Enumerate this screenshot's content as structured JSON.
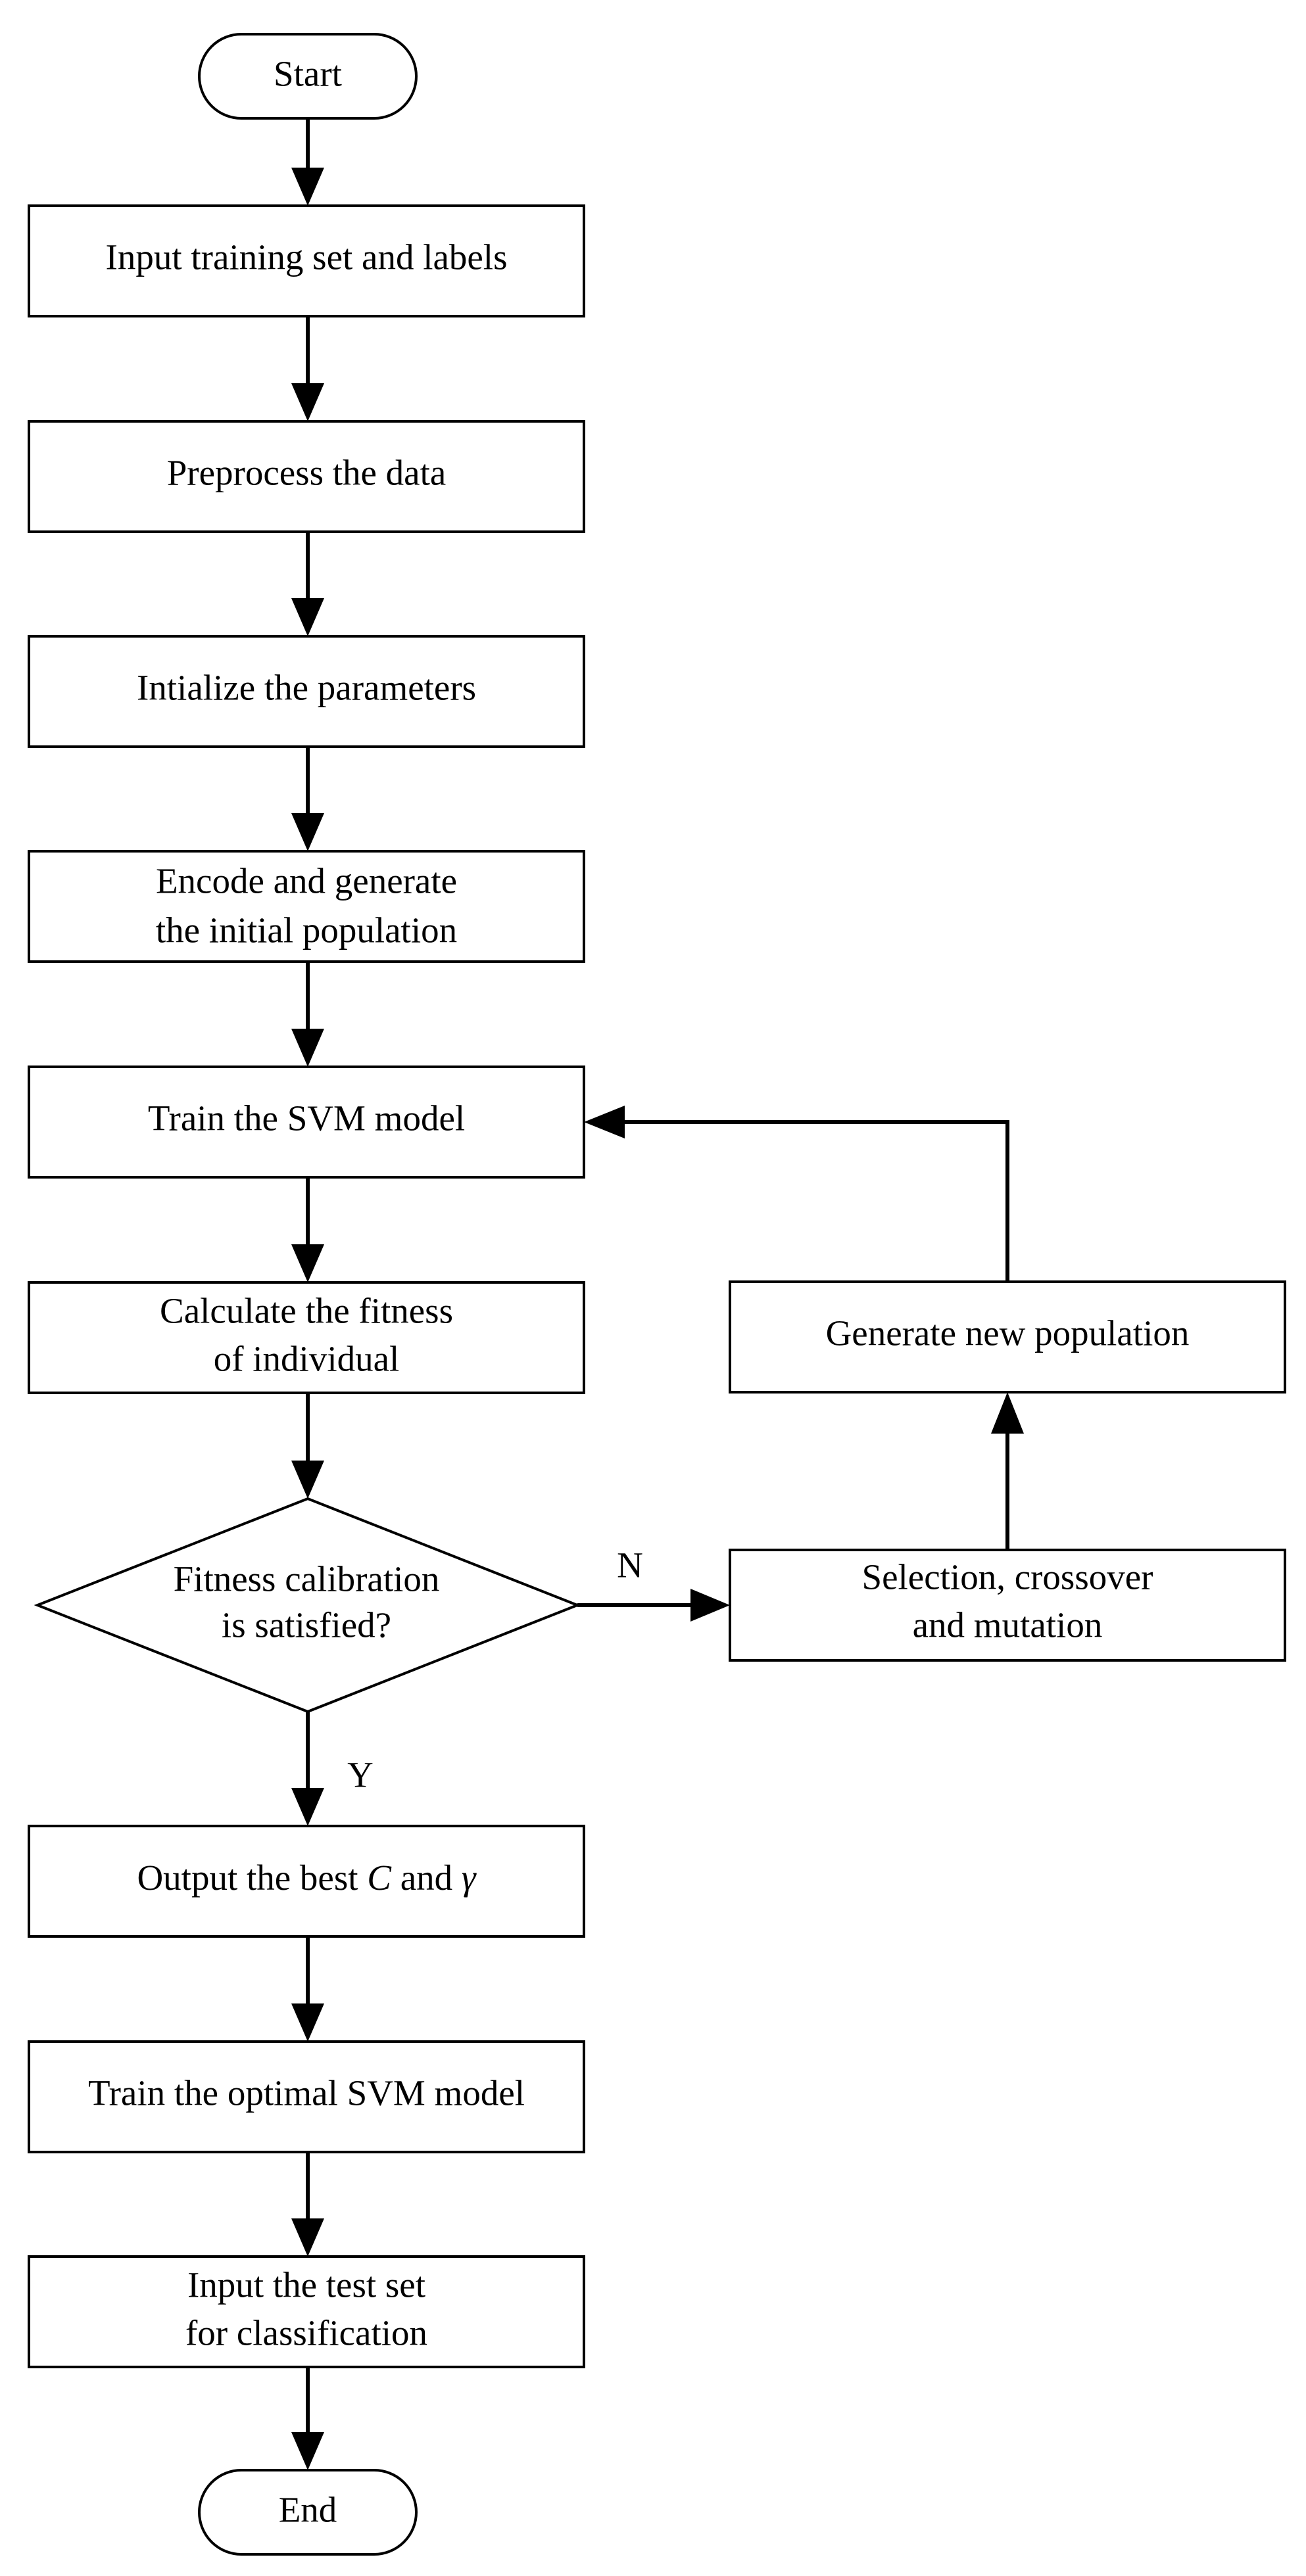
{
  "flowchart": {
    "start": "Start",
    "input_training": "Input training set and labels",
    "preprocess": "Preprocess the data",
    "initialize": "Intialize the parameters",
    "encode_line1": "Encode and generate",
    "encode_line2": "the initial population",
    "train_svm": "Train the SVM model",
    "fitness_line1": "Calculate the fitness",
    "fitness_line2": "of individual",
    "decision_line1": "Fitness calibration",
    "decision_line2": "is satisfied?",
    "no_label": "N",
    "yes_label": "Y",
    "selection_line1": "Selection, crossover",
    "selection_line2": "and mutation",
    "generate_new": "Generate new population",
    "output_prefix": "Output the best ",
    "output_c": "C",
    "output_and": " and ",
    "output_gamma": "γ",
    "train_optimal": "Train the optimal SVM model",
    "test_line1": "Input the test set",
    "test_line2": "for classification",
    "end": "End"
  }
}
